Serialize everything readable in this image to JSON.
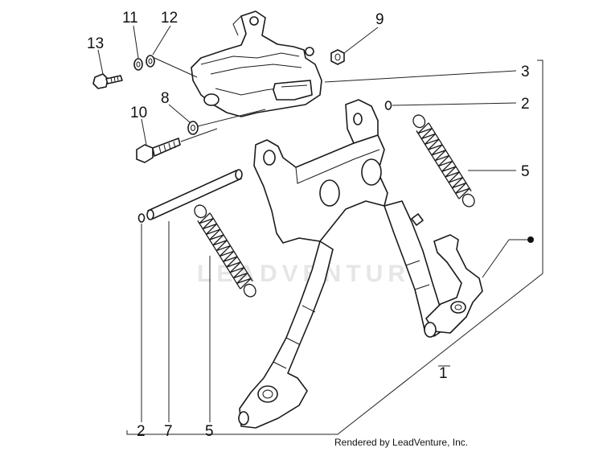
{
  "watermark": "LEADVENTURE",
  "footer_credit": "Rendered by LeadVenture, Inc.",
  "callouts": [
    {
      "id": "13",
      "text": "13"
    },
    {
      "id": "11",
      "text": "11"
    },
    {
      "id": "12",
      "text": "12"
    },
    {
      "id": "9",
      "text": "9"
    },
    {
      "id": "3",
      "text": "3"
    },
    {
      "id": "8",
      "text": "8"
    },
    {
      "id": "10",
      "text": "10"
    },
    {
      "id": "2a",
      "text": "2"
    },
    {
      "id": "5a",
      "text": "5"
    },
    {
      "id": "1",
      "text": "1"
    },
    {
      "id": "2b",
      "text": "2"
    },
    {
      "id": "7",
      "text": "7"
    },
    {
      "id": "5b",
      "text": "5"
    }
  ]
}
